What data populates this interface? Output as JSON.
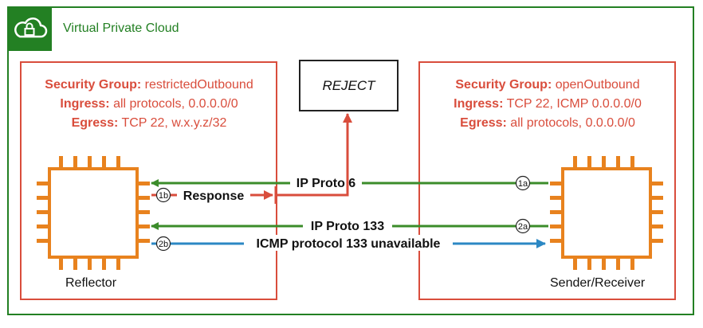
{
  "vpc": {
    "title": "Virtual Private Cloud",
    "icon": "cloud-lock-icon"
  },
  "reflector": {
    "sg_key": "Security Group:",
    "sg_value": " restrictedOutbound",
    "ingress_key": "Ingress:",
    "ingress_value": " all protocols, 0.0.0.0/0",
    "egress_key": "Egress:",
    "egress_value": " TCP 22, w.x.y.z/32",
    "label": "Reflector",
    "icon": "cpu-chip-icon"
  },
  "sender": {
    "sg_key": "Security Group:",
    "sg_value": " openOutbound",
    "ingress_key": "Ingress:",
    "ingress_value": " TCP 22, ICMP 0.0.0.0/0",
    "egress_key": "Egress:",
    "egress_value": " all protocols, 0.0.0.0/0",
    "label": "Sender/Receiver",
    "icon": "cpu-chip-icon"
  },
  "reject": {
    "label": "REJECT"
  },
  "flows": {
    "f1a": {
      "label": "IP Proto 6",
      "badge": "1a"
    },
    "f1b": {
      "label": "Response",
      "badge": "1b"
    },
    "f2a": {
      "label": "IP Proto 133",
      "badge": "2a"
    },
    "f2b": {
      "label": "ICMP protocol 133 unavailable",
      "badge": "2b"
    }
  },
  "colors": {
    "vpc": "#238023",
    "security_group": "#d94d3c",
    "chip": "#e8821e",
    "ingress_arrow": "#3b8c2a",
    "reject_arrow": "#d94d3c",
    "icmp_arrow": "#2c88c4"
  }
}
